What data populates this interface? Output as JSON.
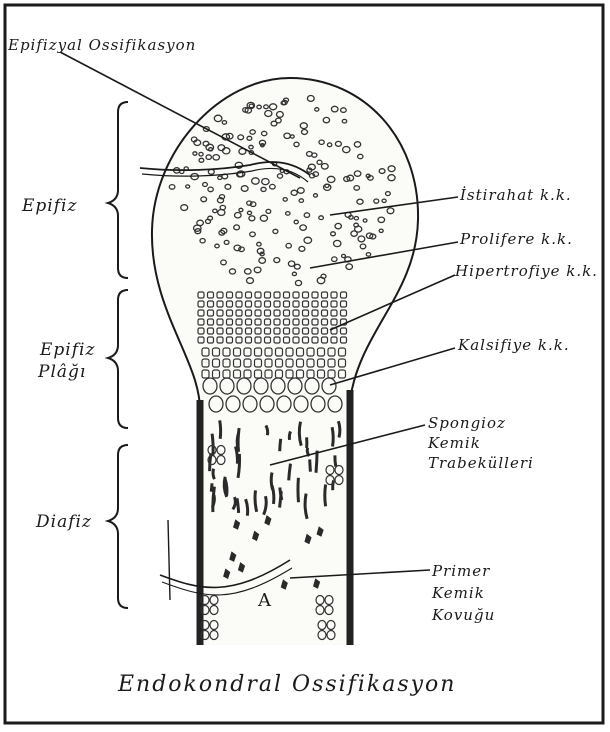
{
  "figure": {
    "caption": "Endokondral Ossifikasyon",
    "top_label": "Epifizyal Ossifikasyon",
    "regions": {
      "epifiz": "Epifiz",
      "epifiz_plagi_line1": "Epifiz",
      "epifiz_plagi_line2": "Plâğı",
      "diafiz": "Diafiz"
    },
    "annotations": {
      "istirahat": "İstirahat k.k.",
      "prolifere": "Prolifere k.k.",
      "hipertrofiye": "Hipertrofiye k.k.",
      "kalsifiye": "Kalsifiye k.k.",
      "spongioz_1": "Spongioz",
      "spongioz_2": "Kemik",
      "spongioz_3": "Trabekülleri",
      "primer_1": "Primer",
      "primer_2": "Kemik",
      "primer_3": "Kovuğu"
    },
    "colors": {
      "ink": "#1a1a1a",
      "paper": "#ffffff",
      "cortex": "#222222"
    }
  }
}
